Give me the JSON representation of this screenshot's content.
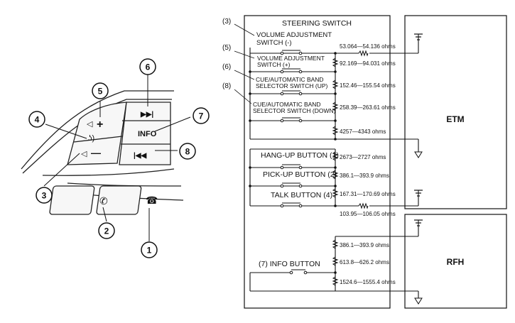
{
  "callouts": [
    "1",
    "2",
    "3",
    "4",
    "5",
    "6",
    "7",
    "8"
  ],
  "panel_labels": {
    "info": "INFO",
    "skip_fwd_glyph": "▶▶|",
    "skip_back_glyph": "|◀◀",
    "plus_glyph": "+",
    "minus_glyph": "—"
  },
  "schematic": {
    "title": "STEERING SWITCH",
    "refs": [
      "(3)",
      "(5)",
      "(6)",
      "(8)"
    ],
    "switches": {
      "vol_minus": [
        "VOLUME ADJUSTMENT",
        "SWITCH (-)"
      ],
      "vol_plus": [
        "VOLUME ADJUSTMENT",
        "SWITCH (+)"
      ],
      "cue_up": [
        "CUE/AUTOMATIC BAND",
        "SELECTOR SWITCH (UP)"
      ],
      "cue_down": [
        "CUE/AUTOMATIC BAND",
        "SELECTOR SWITCH (DOWN)"
      ],
      "hang_up": "HANG-UP BUTTON (1)",
      "pick_up": "PICK-UP BUTTON (2)",
      "talk": "TALK BUTTON  (4)",
      "info": "(7) INFO BUTTON"
    },
    "resistors": {
      "r1": "53.064—54.136 ohms",
      "r2": "92.169—94.031 ohms",
      "r3": "152.46—155.54 ohms",
      "r4": "258.39—263.61 ohms",
      "r5": "4257—4343 ohms",
      "r6": "2673—2727 ohms",
      "r7": "386.1—393.9 ohms",
      "r8": "167.31—170.69 ohms",
      "r9": "103.95—106.05 ohms",
      "r10": "386.1—393.9 ohms",
      "r11": "613.8—626.2 ohms",
      "r12": "1524.6—1555.4 ohms"
    },
    "modules": {
      "etm": "ETM",
      "rfh": "RFH"
    }
  }
}
